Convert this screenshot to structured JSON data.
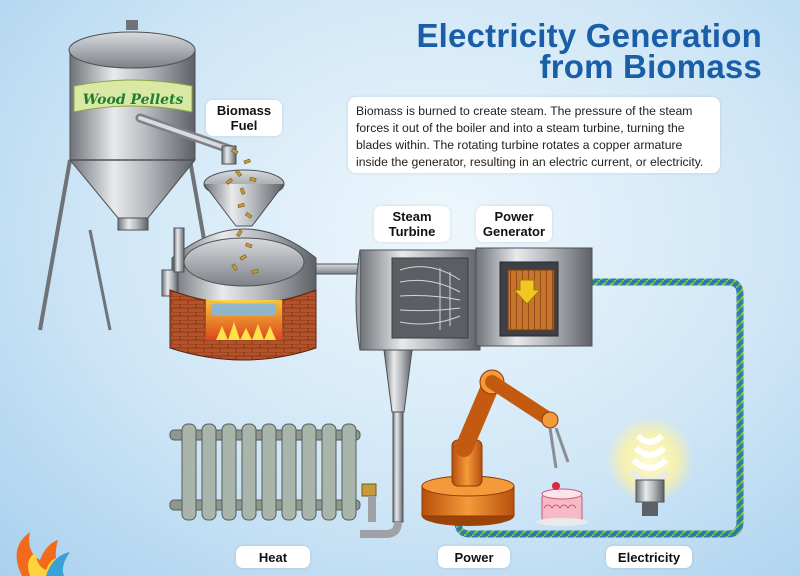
{
  "title": {
    "line1": "Electricity Generation",
    "line2": "from Biomass"
  },
  "description": "Biomass is burned to create steam. The pressure of the steam forces it out of the boiler and into a steam turbine, turning the blades within. The rotating turbine rotates a copper armature inside the generator, resulting in an electric current, or electricity.",
  "silo_label": "Wood Pellets",
  "labels": {
    "biomass_fuel": "Biomass Fuel",
    "steam_turbine": "Steam Turbine",
    "power_generator": "Power Generator",
    "heat": "Heat",
    "power": "Power",
    "electricity": "Electricity"
  },
  "colors": {
    "title": "#1a5ea8",
    "pipe": "#2a7fb8",
    "brick": "#b5522a",
    "robot": "#e0731b"
  }
}
